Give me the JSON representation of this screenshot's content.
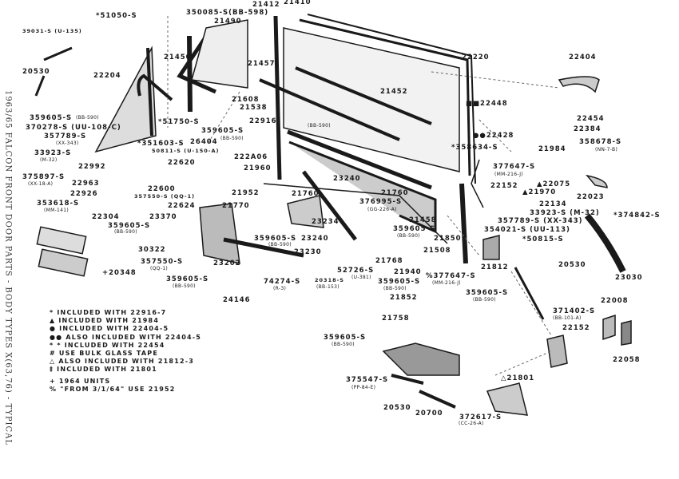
{
  "title": "1963/65 FALCON FRONT DOOR PARTS - BODY TYPES X(63,76) - TYPICAL",
  "labels": [
    "*51050-S",
    "350085-S(BB-598)",
    "21490",
    "21412",
    "21410",
    "39031-S (U-135)",
    "20530",
    "22204",
    "21450",
    "21608",
    "21457",
    "21538",
    "22220",
    "21452",
    "22404",
    "■■22448",
    "22454",
    "●●22428",
    "22384",
    "358678-S",
    "*358634-S",
    "21984",
    "377647-S",
    "▲22075",
    "▲21970",
    "22152",
    "22023",
    "22134",
    "33923-S (M-32)",
    "357789-S (XX-343)",
    "354021-S (UU-113)",
    "*374842-S",
    "*50815-S",
    "21812",
    "20530",
    "23030",
    "359605-S",
    "370278-S (UU-108-C)",
    "357789-S",
    "*51750-S",
    "359605-S",
    "22916",
    "33923-S",
    "22992",
    "*351603-S",
    "50811-S (U-150-A)",
    "26404",
    "222A06",
    "375897-S",
    "22620",
    "21960",
    "22963",
    "22926",
    "22600",
    "357550-S (QQ-1)",
    "353618-S",
    "21952",
    "21760",
    "21760",
    "23240",
    "22304",
    "22624",
    "21770",
    "376995-S",
    "21458",
    "359605-S",
    "23370",
    "23234",
    "359605-S",
    "21850",
    "359605-S",
    "23240",
    "30322",
    "23230",
    "21508",
    "23202",
    "21768",
    "357550-S",
    "52726-S",
    "21940",
    "%377647-S",
    "20318-S",
    "359605-S",
    "74274-S",
    "359605-S",
    "+20348",
    "21852",
    "24146",
    "21758",
    "359605-S",
    "359605-S",
    "371402-S",
    "22008",
    "22152",
    "22058",
    "△21801",
    "375547-S",
    "20530",
    "20700",
    "372617-S"
  ],
  "sublabels": [
    "(BB-590)",
    "(XX-343)",
    "(BB-590)",
    "(M-32)",
    "(XX-18-A)",
    "(MM-141)",
    "(NN-7-B)",
    "(MM-216-J)",
    "(GG-226-A)",
    "(BB-590)",
    "(BB-590)",
    "(BB-590)",
    "(QQ-1)",
    "(U-381)",
    "(MM-216-J)",
    "(BB-153)",
    "(BB-590)",
    "(R-3)",
    "(BB-590)",
    "(BB-590)",
    "(BB-590)",
    "(BB-101-A)",
    "(PP-84-E)",
    "(CC-26-A)",
    "(BB-590)"
  ],
  "legend": [
    "* INCLUDED WITH 22916-7",
    "▲ INCLUDED WITH 21984",
    "● INCLUDED WITH 22404-5",
    "●● ALSO INCLUDED WITH 22404-5",
    "* * INCLUDED WITH 22454",
    "# USE BULK GLASS TAPE",
    "△ ALSO INCLUDED WITH 21812-3",
    "‡ INCLUDED WITH 21801",
    "+ 1964 UNITS",
    "% \"FROM 3/1/64\" USE 21952"
  ],
  "colors": {
    "ink": "#1a1a1a",
    "shade": "#8a8a8a",
    "paper": "#ffffff"
  }
}
